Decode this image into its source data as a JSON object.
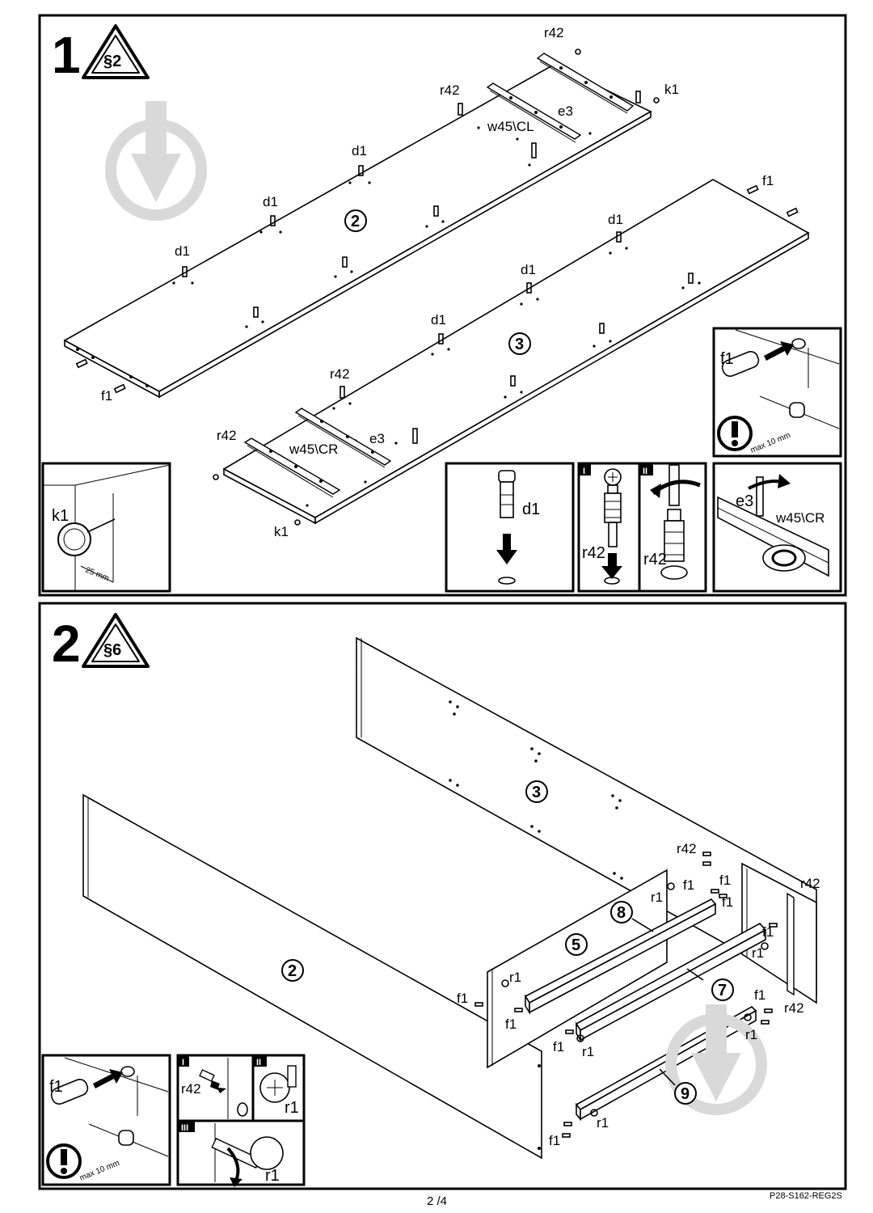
{
  "step1": {
    "number": "1",
    "badge": "§2",
    "labels": {
      "r42_a": "r42",
      "k1_a": "k1",
      "r42_b": "r42",
      "e3_a": "e3",
      "w45_cl": "w45\\CL",
      "d1_a": "d1",
      "d1_b": "d1",
      "d1_c": "d1",
      "f1_a": "f1",
      "f1_b": "f1",
      "d1_d": "d1",
      "d1_e": "d1",
      "d1_f": "d1",
      "r42_c": "r42",
      "r42_d": "r42",
      "w45_cr": "w45\\CR",
      "e3_b": "e3",
      "k1_b": "k1"
    },
    "parts": {
      "panel_a": "2",
      "panel_b": "3"
    },
    "insets": {
      "k1": {
        "label": "k1",
        "measure": "25 mm"
      },
      "d1": {
        "label": "d1"
      },
      "r42": {
        "step_i": "I",
        "step_ii": "II",
        "label_i": "r42",
        "label_ii": "r42"
      },
      "f1": {
        "label": "f1",
        "measure": "max 10 mm"
      },
      "e3": {
        "label_screw": "e3",
        "label_rail": "w45\\CR"
      }
    }
  },
  "step2": {
    "number": "2",
    "badge": "§6",
    "parts": {
      "back": "3",
      "front": "2",
      "side": "5",
      "rail_top": "8",
      "rail_mid": "7",
      "rail_low": "9"
    },
    "labels": {
      "r42_a": "r42",
      "f1_a": "f1",
      "r1_a": "r1",
      "f1_b": "f1",
      "r42_b": "r42",
      "f1_c": "f1",
      "r1_b": "r1",
      "r1_c": "r1",
      "f1_d": "f1",
      "f1_e": "f1",
      "r42_c": "r42",
      "f1_f": "f1",
      "r1_d": "r1",
      "f1_g": "f1",
      "r1_e": "r1",
      "f1_h": "f1",
      "r1_f": "r1",
      "f1_i": "f1"
    },
    "insets": {
      "f1": {
        "label": "f1",
        "measure": "max 10 mm"
      },
      "r42": {
        "step_i": "I",
        "step_ii": "II",
        "step_iii": "III",
        "label_i": "r42",
        "label_ii": "r1",
        "label_iii": "r1"
      }
    }
  },
  "footer": {
    "page": "2 /4",
    "code": "P28-S162-REG2S"
  }
}
